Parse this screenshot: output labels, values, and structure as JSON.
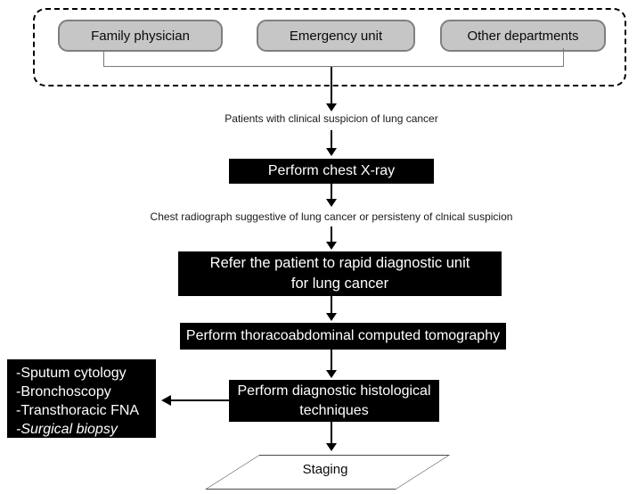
{
  "sources": {
    "items": [
      {
        "label": "Family physician"
      },
      {
        "label": "Emergency unit"
      },
      {
        "label": "Other departments"
      }
    ]
  },
  "captions": {
    "suspicion": "Patients with clinical suspicion of lung cancer",
    "radiograph": "Chest radiograph suggestive of lung cancer or persisteny of clnical suspicion"
  },
  "steps": {
    "chest_xray": "Perform chest X-ray",
    "refer": {
      "lines": [
        "Refer the patient to rapid diagnostic unit",
        "for lung cancer"
      ]
    },
    "ct": "Perform thoracoabdominal computed tomography",
    "histology": {
      "lines": [
        "Perform diagnostic histological",
        "techniques"
      ]
    }
  },
  "techniques": {
    "items": [
      "-Sputum cytology",
      "-Bronchoscopy",
      "-Transthoracic FNA",
      "-Surgical biopsy"
    ]
  },
  "terminal": {
    "staging": "Staging"
  },
  "colors": {
    "source_box_fill": "#c6c6c6",
    "source_box_border": "#7f7f7f",
    "step_box_fill": "#000000",
    "step_box_text": "#ffffff"
  }
}
